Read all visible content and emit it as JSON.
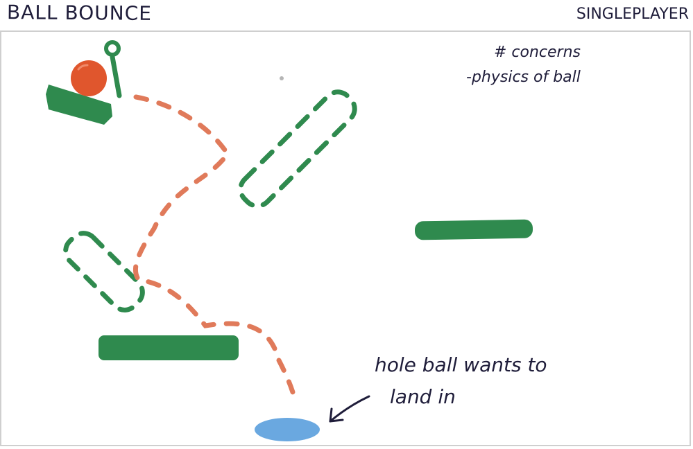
{
  "header": {
    "title": "BALL BOUNCE",
    "mode": "SINGLEPLAYER"
  },
  "notes": {
    "line1": "# concerns",
    "line2": "-physics of ball"
  },
  "annotation": {
    "line1": "hole ball wants to",
    "line2": "land in"
  },
  "colors": {
    "platform": "#2f8a4e",
    "ball": "#e0562d",
    "trajectory": "#e07a5a",
    "hole": "#6aa8e0",
    "ink": "#1f1d3a",
    "frame": "#cfcfcf"
  },
  "icons": {
    "ball": "ball-icon",
    "launcher": "launcher-icon",
    "hole": "hole-icon",
    "arrow": "arrow-icon"
  }
}
